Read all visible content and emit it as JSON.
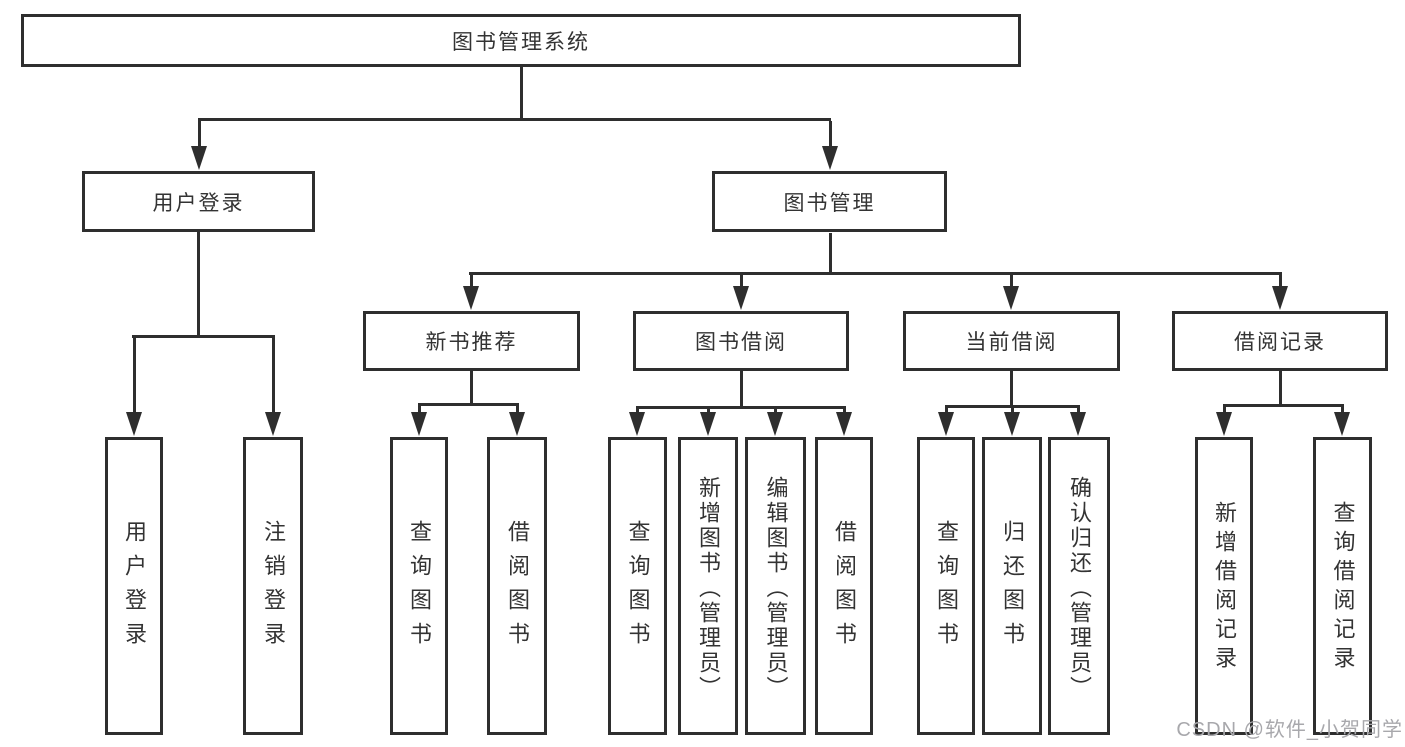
{
  "diagram": {
    "type": "hierarchy-tree",
    "root": {
      "label": "图书管理系统"
    },
    "level2": {
      "user_login": {
        "label": "用户登录",
        "parent": "root"
      },
      "book_management": {
        "label": "图书管理",
        "parent": "root"
      }
    },
    "level3": {
      "new_book_recommend": {
        "label": "新书推荐",
        "parent": "book_management"
      },
      "book_borrowing": {
        "label": "图书借阅",
        "parent": "book_management"
      },
      "current_borrowing": {
        "label": "当前借阅",
        "parent": "book_management"
      },
      "borrowing_records": {
        "label": "借阅记录",
        "parent": "book_management"
      }
    },
    "leaves": {
      "user_login_leaf": {
        "label": "用户登录",
        "parent": "user_login"
      },
      "logout_leaf": {
        "label": "注销登录",
        "parent": "user_login"
      },
      "recommend_query_books": {
        "label": "查询图书",
        "parent": "new_book_recommend"
      },
      "recommend_borrow_books": {
        "label": "借阅图书",
        "parent": "new_book_recommend"
      },
      "borrowing_query_books": {
        "label": "查询图书",
        "parent": "book_borrowing"
      },
      "borrowing_add_books": {
        "label": "新增图书（管理员）",
        "parent": "book_borrowing"
      },
      "borrowing_edit_books": {
        "label": "编辑图书（管理员）",
        "parent": "book_borrowing"
      },
      "borrowing_borrow_books": {
        "label": "借阅图书",
        "parent": "book_borrowing"
      },
      "current_query_books": {
        "label": "查询图书",
        "parent": "current_borrowing"
      },
      "current_return_books": {
        "label": "归还图书",
        "parent": "current_borrowing"
      },
      "current_confirm_return": {
        "label": "确认归还（管理员）",
        "parent": "current_borrowing"
      },
      "records_add_record": {
        "label": "新增借阅记录",
        "parent": "borrowing_records"
      },
      "records_query_record": {
        "label": "查询借阅记录",
        "parent": "borrowing_records"
      }
    },
    "watermark": "CSDN @软件_小贺同学",
    "colors": {
      "line": "#2e2e2e",
      "text": "#333333",
      "watermark": "#a8a8ac",
      "background": "#ffffff"
    }
  }
}
